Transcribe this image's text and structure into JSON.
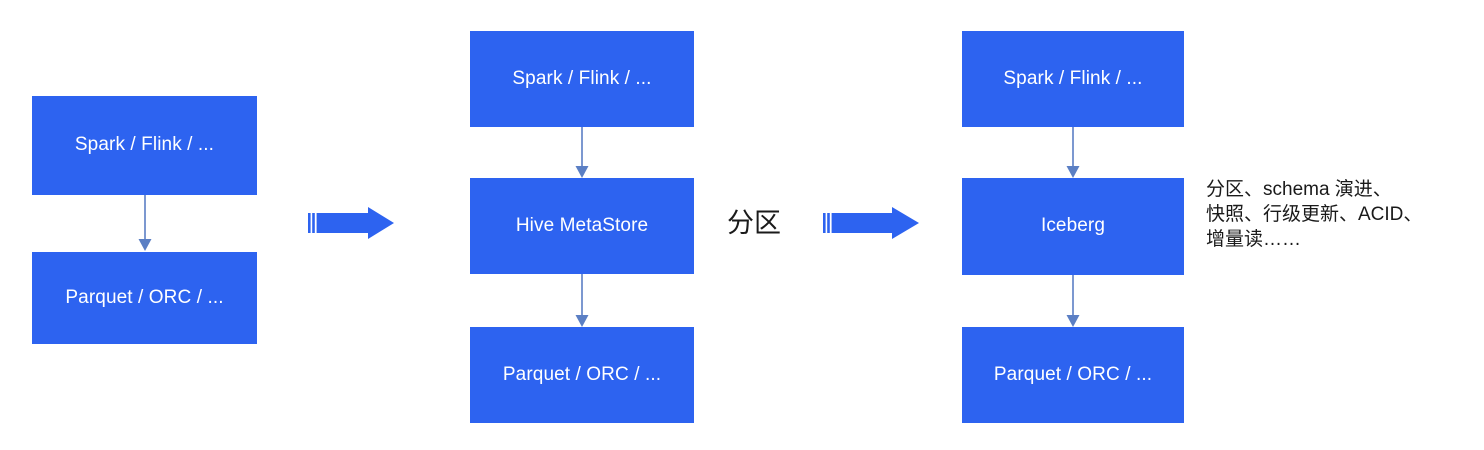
{
  "diagram": {
    "title": "Data lake table format evolution: Hive MetaStore to Iceberg",
    "colors": {
      "box_fill": "#2d63f0",
      "box_text": "#ffffff",
      "connector_line": "#5b7fc4",
      "block_arrow": "#2d63f0",
      "label_text": "#1a1a1a",
      "background": "#ffffff"
    },
    "groups": [
      {
        "id": "group-1",
        "name": "file-format-stack",
        "boxes": [
          {
            "id": "g1-compute",
            "label": "Spark / Flink / ..."
          },
          {
            "id": "g1-storage",
            "label": "Parquet / ORC / ..."
          }
        ]
      },
      {
        "id": "group-2",
        "name": "hive-metastore-stack",
        "boxes": [
          {
            "id": "g2-compute",
            "label": "Spark / Flink / ..."
          },
          {
            "id": "g2-catalog",
            "label": "Hive MetaStore"
          },
          {
            "id": "g2-storage",
            "label": "Parquet / ORC / ..."
          }
        ]
      },
      {
        "id": "group-3",
        "name": "iceberg-stack",
        "boxes": [
          {
            "id": "g3-compute",
            "label": "Spark / Flink / ..."
          },
          {
            "id": "g3-catalog",
            "label": "Iceberg"
          },
          {
            "id": "g3-storage",
            "label": "Parquet / ORC / ..."
          }
        ]
      }
    ],
    "transitions": [
      {
        "id": "transition-1",
        "icon": "right-block-arrow-icon",
        "label": ""
      },
      {
        "id": "transition-2",
        "icon": "right-block-arrow-icon",
        "label": "分区"
      }
    ],
    "connectors": [
      {
        "id": "g1-conn-1",
        "icon": "down-arrow-icon",
        "from": "g1-compute",
        "to": "g1-storage"
      },
      {
        "id": "g2-conn-1",
        "icon": "down-arrow-icon",
        "from": "g2-compute",
        "to": "g2-catalog"
      },
      {
        "id": "g2-conn-2",
        "icon": "down-arrow-icon",
        "from": "g2-catalog",
        "to": "g2-storage"
      },
      {
        "id": "g3-conn-1",
        "icon": "down-arrow-icon",
        "from": "g3-compute",
        "to": "g3-catalog"
      },
      {
        "id": "g3-conn-2",
        "icon": "down-arrow-icon",
        "from": "g3-catalog",
        "to": "g3-storage"
      }
    ],
    "annotation": {
      "id": "iceberg-features-note",
      "lines": [
        "分区、schema 演进、",
        "快照、行级更新、ACID、",
        "增量读……"
      ]
    }
  }
}
